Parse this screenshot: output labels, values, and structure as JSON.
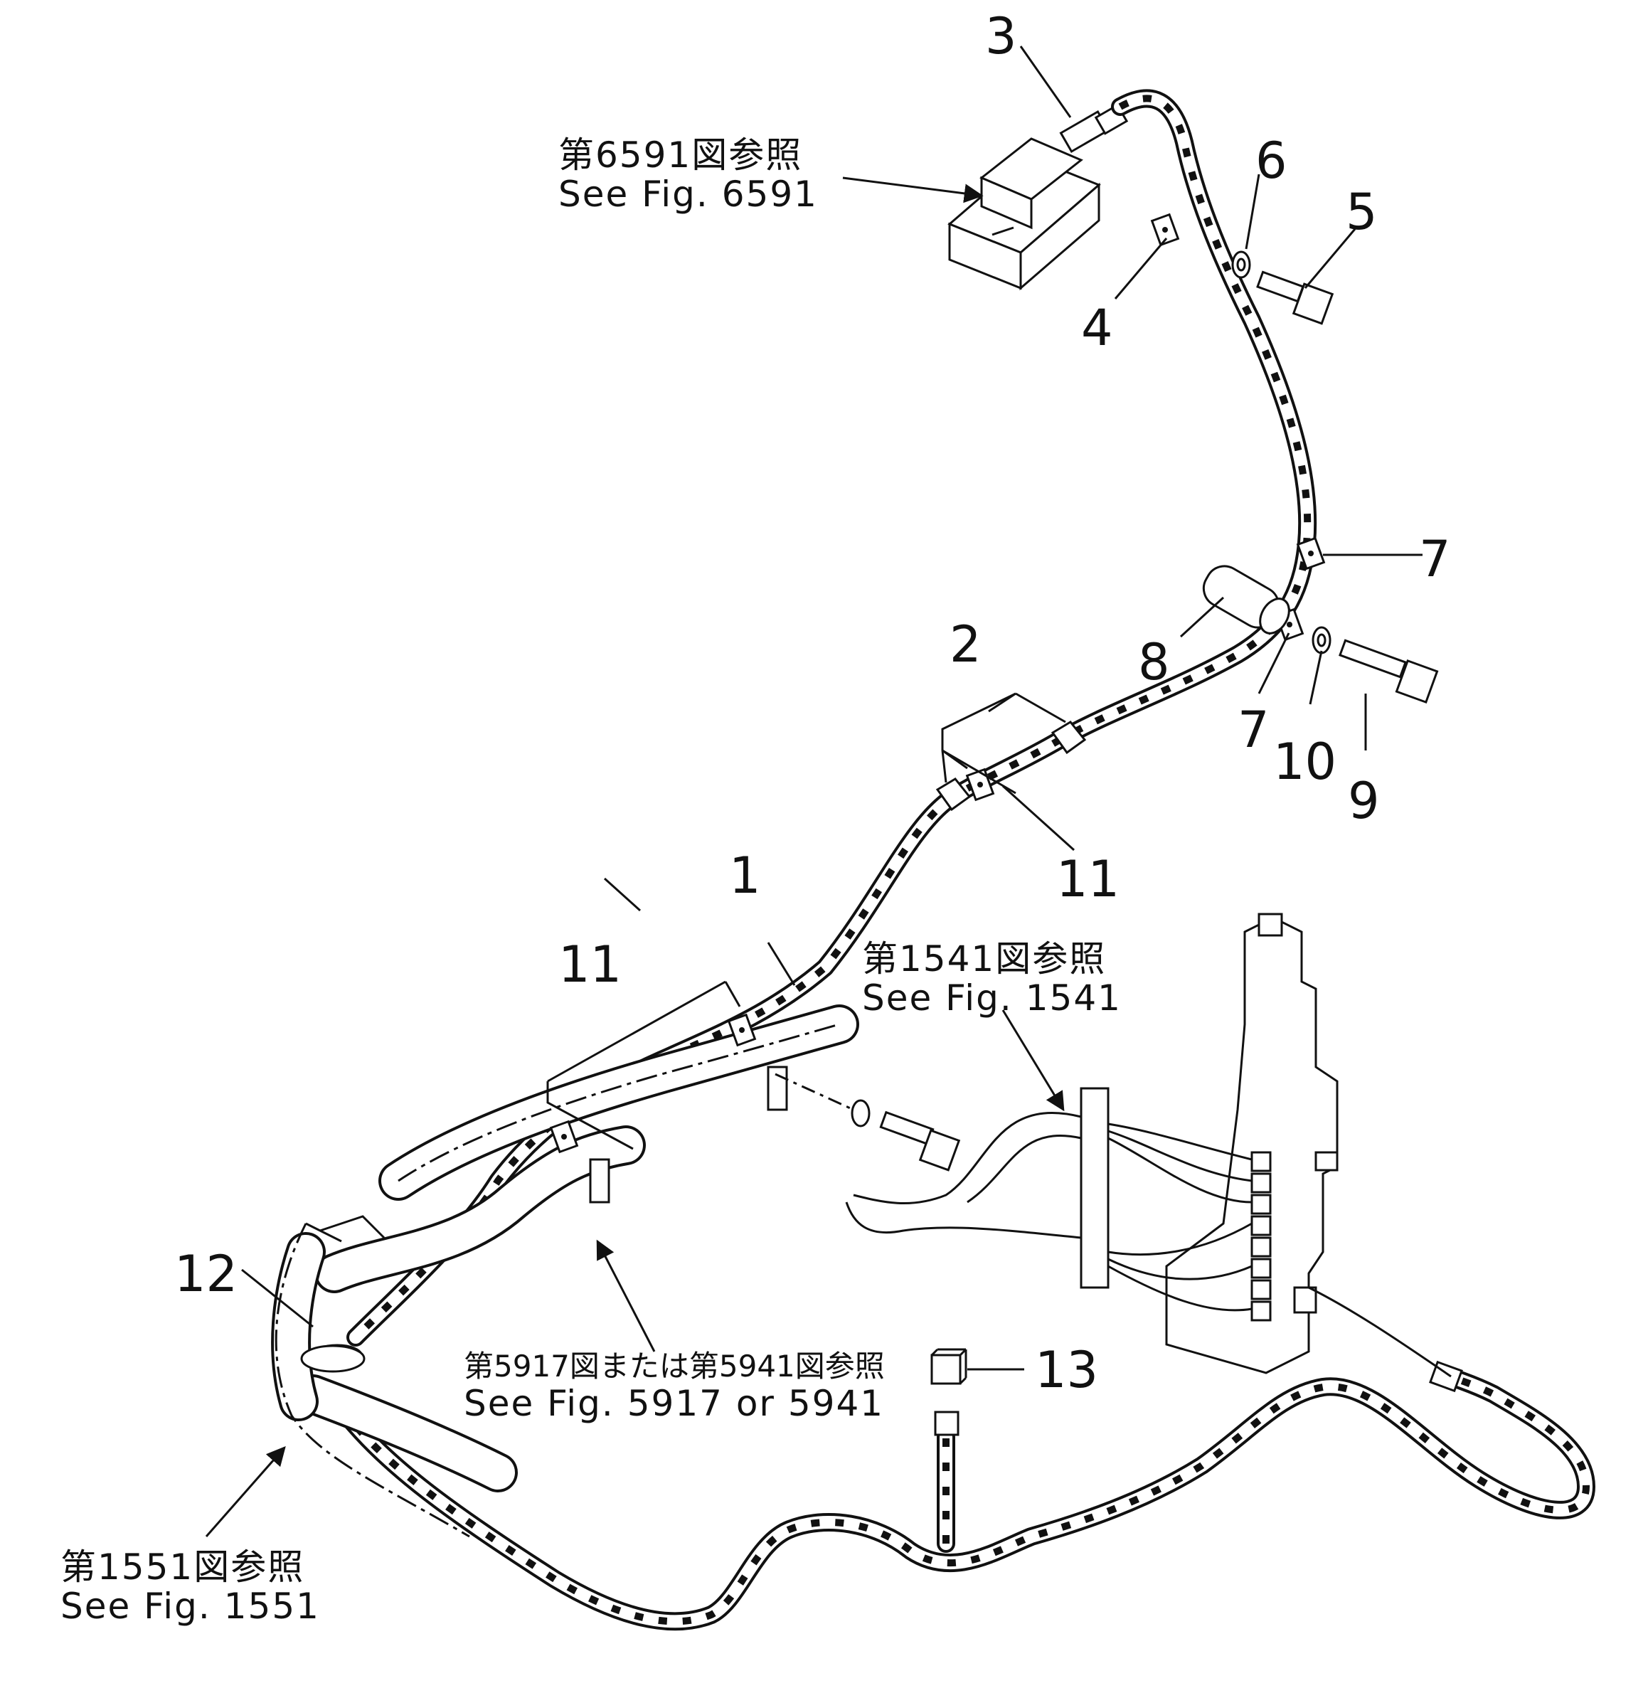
{
  "callouts": [
    "1",
    "2",
    "3",
    "4",
    "5",
    "6",
    "7",
    "7",
    "8",
    "9",
    "10",
    "11",
    "11",
    "12",
    "13"
  ],
  "references": {
    "fig6591": {
      "jp": "第6591図参照",
      "en": "See  Fig. 6591"
    },
    "fig1541": {
      "jp": "第1541図参照",
      "en": "See  Fig. 1541"
    },
    "fig5917": {
      "jp": "第5917図または第5941図参照",
      "en": "See  Fig. 5917  or  5941"
    },
    "fig1551": {
      "jp": "第1551図参照",
      "en": "See  Fig. 1551"
    }
  }
}
